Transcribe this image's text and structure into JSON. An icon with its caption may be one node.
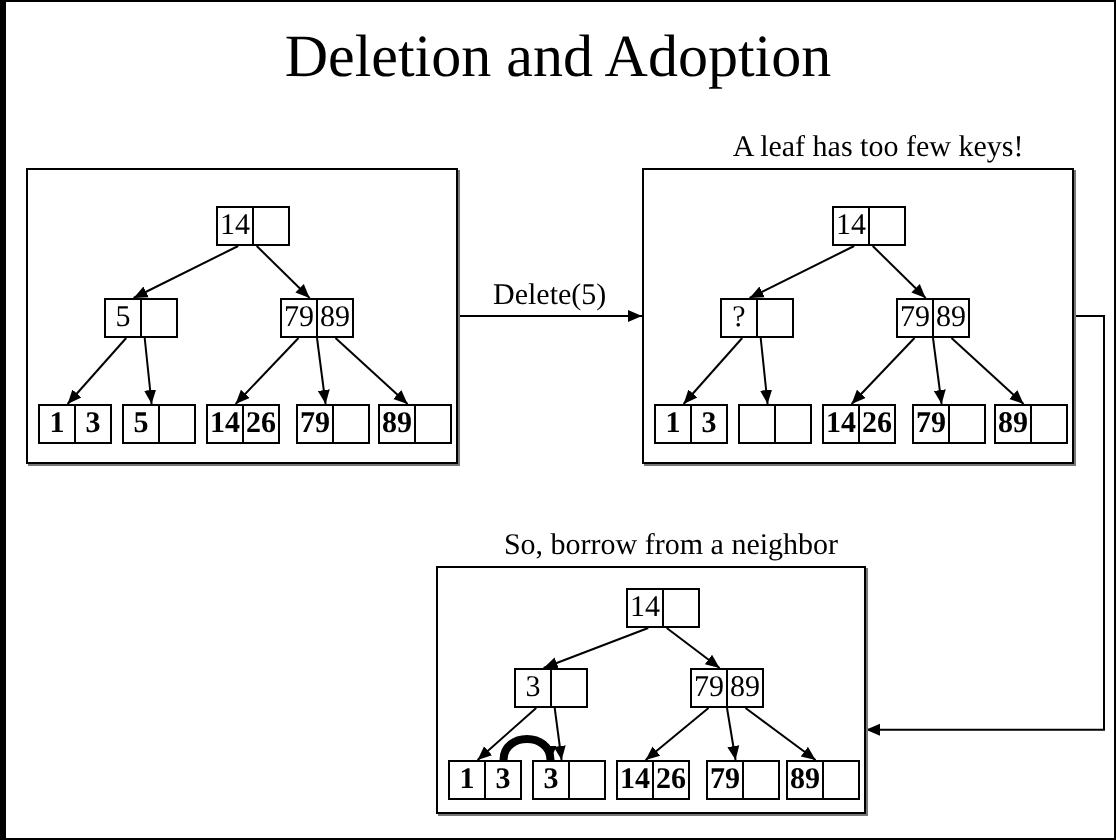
{
  "diagram": {
    "title": "Deletion and Adoption",
    "nodes": [
      {
        "text": [],
        "shape": "box"
      },
      {
        "text": [
          "14"
        ],
        "in": 0
      },
      {
        "text": [
          "5"
        ],
        "in": 0
      },
      {
        "text": [
          "79",
          "89"
        ],
        "in": 0
      },
      {
        "text": [
          "1",
          "3"
        ],
        "in": 0
      },
      {
        "text": [
          "5"
        ],
        "in": 0
      },
      {
        "text": [
          "14",
          "26"
        ],
        "in": 0
      },
      {
        "text": [
          "79"
        ],
        "in": 0
      },
      {
        "text": [
          "89"
        ],
        "in": 0
      },
      {
        "text": [
          "A leaf has too few keys!"
        ]
      },
      {
        "text": [
          "14"
        ],
        "in": 9
      },
      {
        "text": [
          "?"
        ],
        "in": 9
      },
      {
        "text": [
          "79",
          "89"
        ],
        "in": 9
      },
      {
        "text": [
          "1",
          "3"
        ],
        "in": 9
      },
      {
        "text": [],
        "shape": "box",
        "in": 9
      },
      {
        "text": [
          "14",
          "26"
        ],
        "in": 9
      },
      {
        "text": [
          "79"
        ],
        "in": 9
      },
      {
        "text": [
          "89"
        ],
        "in": 9
      },
      {
        "text": [
          "So, borrow from a neighbor"
        ]
      },
      {
        "text": [
          "14"
        ],
        "in": 18
      },
      {
        "text": [
          "3"
        ],
        "in": 18
      },
      {
        "text": [
          "79",
          "89"
        ],
        "in": 18
      },
      {
        "text": [
          "1",
          "3"
        ],
        "in": 18
      },
      {
        "text": [
          "3"
        ],
        "in": 18
      },
      {
        "text": [
          "14",
          "26"
        ],
        "in": 18
      },
      {
        "text": [
          "79"
        ],
        "in": 18
      },
      {
        "text": [
          "89"
        ],
        "in": 18
      }
    ],
    "edges": [
      {
        "from": 1,
        "to": 2,
        "arrow": "to"
      },
      {
        "from": 1,
        "to": 3,
        "arrow": "to"
      },
      {
        "from": 2,
        "to": 4,
        "arrow": "to"
      },
      {
        "from": 2,
        "to": 5,
        "arrow": "to"
      },
      {
        "from": 3,
        "to": 6,
        "arrow": "to"
      },
      {
        "from": 3,
        "to": 7,
        "arrow": "to"
      },
      {
        "from": 3,
        "to": 8,
        "arrow": "to"
      },
      {
        "from": 10,
        "to": 11,
        "arrow": "to"
      },
      {
        "from": 10,
        "to": 12,
        "arrow": "to"
      },
      {
        "from": 11,
        "to": 13,
        "arrow": "to"
      },
      {
        "from": 11,
        "to": 14,
        "arrow": "to"
      },
      {
        "from": 12,
        "to": 15,
        "arrow": "to"
      },
      {
        "from": 12,
        "to": 16,
        "arrow": "to"
      },
      {
        "from": 12,
        "to": 17,
        "arrow": "to"
      },
      {
        "from": 19,
        "to": 20,
        "arrow": "to"
      },
      {
        "from": 19,
        "to": 21,
        "arrow": "to"
      },
      {
        "from": 20,
        "to": 22,
        "arrow": "to"
      },
      {
        "from": 20,
        "to": 23,
        "arrow": "to"
      },
      {
        "from": 21,
        "to": 24,
        "arrow": "to"
      },
      {
        "from": 21,
        "to": 25,
        "arrow": "to"
      },
      {
        "from": 21,
        "to": 26,
        "arrow": "to"
      },
      {
        "from": 22,
        "to": 23,
        "arrow": "to",
        "style": "thick"
      },
      {
        "from": 0,
        "to": 9,
        "arrow": "to",
        "label": "Delete(5)"
      },
      {
        "from": 9,
        "to": 18,
        "arrow": "to"
      }
    ]
  }
}
